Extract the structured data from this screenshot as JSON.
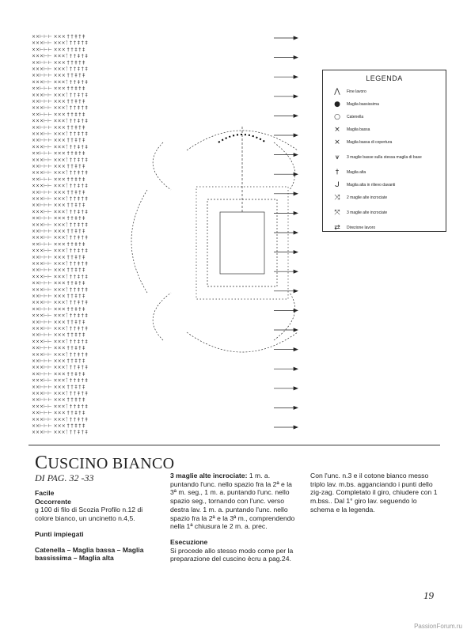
{
  "legend": {
    "title": "LEGENDA",
    "items": [
      {
        "icon": "fine-lavoro-icon",
        "glyph": "⋀",
        "label": "Fine lavoro"
      },
      {
        "icon": "maglia-bassissima-icon",
        "glyph": "●",
        "label": "Maglia bassissima"
      },
      {
        "icon": "catenella-icon",
        "glyph": "○",
        "label": "Catenella"
      },
      {
        "icon": "maglia-bassa-icon",
        "glyph": "×",
        "label": "Maglia bassa"
      },
      {
        "icon": "maglia-bassa-copertura-icon",
        "glyph": "⨯",
        "label": "Maglia bassa di copertura"
      },
      {
        "icon": "tre-maglie-basse-icon",
        "glyph": "⩛",
        "label": "3 maglie basse sulla stessa maglia di base"
      },
      {
        "icon": "maglia-alta-icon",
        "glyph": "†",
        "label": "Maglia alta"
      },
      {
        "icon": "maglia-alta-rilievo-icon",
        "glyph": "ᒍ",
        "label": "Maglia alta in rilievo davanti"
      },
      {
        "icon": "due-maglie-incrociate-icon",
        "glyph": "⤨",
        "label": "2 maglie alte incrociate"
      },
      {
        "icon": "tre-maglie-incrociate-icon",
        "glyph": "⤧",
        "label": "3 maglie alte incrociate"
      },
      {
        "icon": "direzione-lavoro-icon",
        "glyph": "⇄",
        "label": "Direzione lavoro"
      }
    ]
  },
  "article": {
    "title_cap": "C",
    "title_rest": "USCINO BIANCO",
    "subtitle": "DI PAG. 32 -33",
    "difficulty": "Facile",
    "occorrente_heading": "Occorrente",
    "occorrente_text": "g 100  di filo di Scozia Profilo n.12 di colore bianco, un uncinetto n.4,5.",
    "punti_heading": "Punti impiegati",
    "punti_text": "Catenella  – Maglia bassa  – Maglia bassissima – Maglia alta",
    "col2_bold": "3 maglie alte incrociate:",
    "col2_text": " 1 m. a. puntando l'unc. nello spazio fra la 2ª e la 3ª m. seg., 1 m. a. puntando l'unc. nello spazio seg., tornando con l'unc. verso destra lav. 1 m. a. puntando l'unc. nello spazio fra la 2ª e la 3ª m., comprendendo nella 1ª chiusura le 2 m. a. prec.",
    "esecuzione_heading": "Esecuzione",
    "esecuzione_text": "Si procede allo stesso modo come per la preparazione del cuscino ècru a pag.24.",
    "col3_text": "Con l'unc. n.3 e il cotone bianco messo triplo lav. m.bs. agganciando i punti dello zig-zag. Completato il giro, chiudere con 1 m.bss.. Dal 1° giro lav. seguendo lo schema e la legenda."
  },
  "page_number": "19",
  "watermark": "PassionForum.ru"
}
